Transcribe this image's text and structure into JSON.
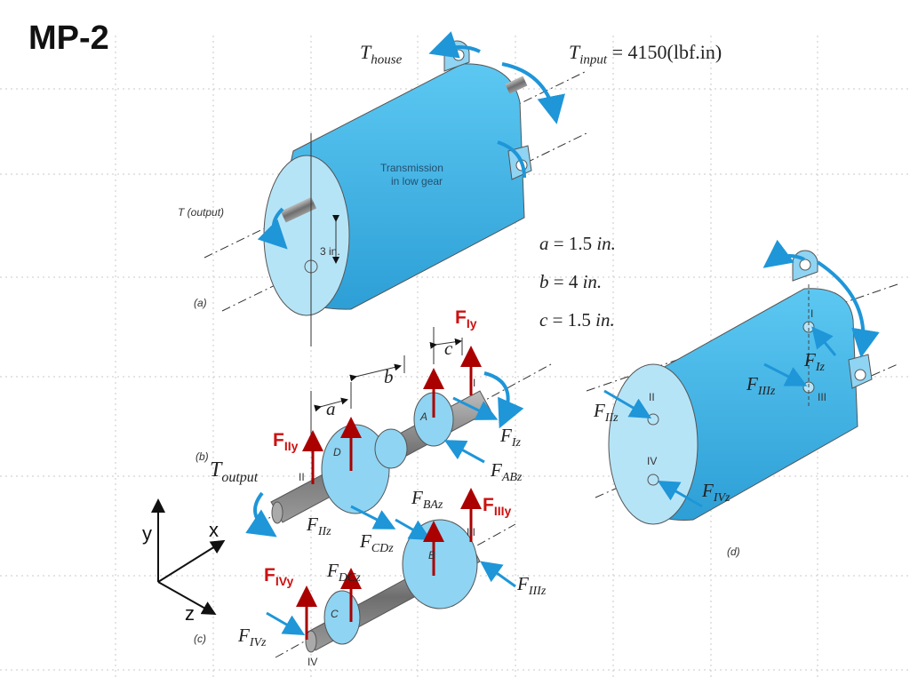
{
  "title": "MP-2",
  "torque": {
    "house_base": "T",
    "house_sub": "house",
    "input_base": "T",
    "input_sub": "input",
    "input_value": " = 4150(lbf.in)",
    "output_a": "T (output)",
    "output_b_base": "T",
    "output_b_sub": "output"
  },
  "housing_text": [
    "Transmission",
    "in low gear"
  ],
  "dimension_3in": "3 in.",
  "params": [
    {
      "name": "a",
      "value": " = 1.5 ",
      "unit": "in."
    },
    {
      "name": "b",
      "value": " = 4 ",
      "unit": "in."
    },
    {
      "name": "c",
      "value": " = 1.5 ",
      "unit": "in."
    }
  ],
  "panel_labels": {
    "a": "(a)",
    "b": "(b)",
    "c": "(c)",
    "d": "(d)"
  },
  "dim_letters": {
    "a": "a",
    "b": "b",
    "c": "c"
  },
  "red_forces": {
    "FIy": {
      "base": "F",
      "sub": "Iy"
    },
    "FIIy": {
      "base": "F",
      "sub": "IIy"
    },
    "FIIIy": {
      "base": "F",
      "sub": "IIIy"
    },
    "FIVy": {
      "base": "F",
      "sub": "IVy"
    }
  },
  "forces": {
    "FIz": {
      "base": "F",
      "sub": "Iz"
    },
    "FABz": {
      "base": "F",
      "sub": "ABz"
    },
    "FIIz": {
      "base": "F",
      "sub": "IIz"
    },
    "FCDz": {
      "base": "F",
      "sub": "CDz"
    },
    "FBAz": {
      "base": "F",
      "sub": "BAz"
    },
    "FDCz": {
      "base": "F",
      "sub": "DCz"
    },
    "FIIIz": {
      "base": "F",
      "sub": "IIIz"
    },
    "FIVz": {
      "base": "F",
      "sub": "IVz"
    },
    "d_FIz": {
      "base": "F",
      "sub": "Iz"
    },
    "d_FIIIz": {
      "base": "F",
      "sub": "IIIz"
    },
    "d_FIIz": {
      "base": "F",
      "sub": "IIz"
    },
    "d_FIVz": {
      "base": "F",
      "sub": "IVz"
    }
  },
  "roman": {
    "I": "I",
    "II": "II",
    "III": "III",
    "IV": "IV"
  },
  "gears": {
    "A": "A",
    "B": "B",
    "C": "C",
    "D": "D"
  },
  "axes": {
    "x": "x",
    "y": "y",
    "z": "z"
  },
  "colors": {
    "housing": "#3bb6ea",
    "housing_dark": "#2590c6",
    "arrow_blue": "#1e96d8",
    "force_red": "#aa0000",
    "shaft": "#8a8a8a"
  }
}
